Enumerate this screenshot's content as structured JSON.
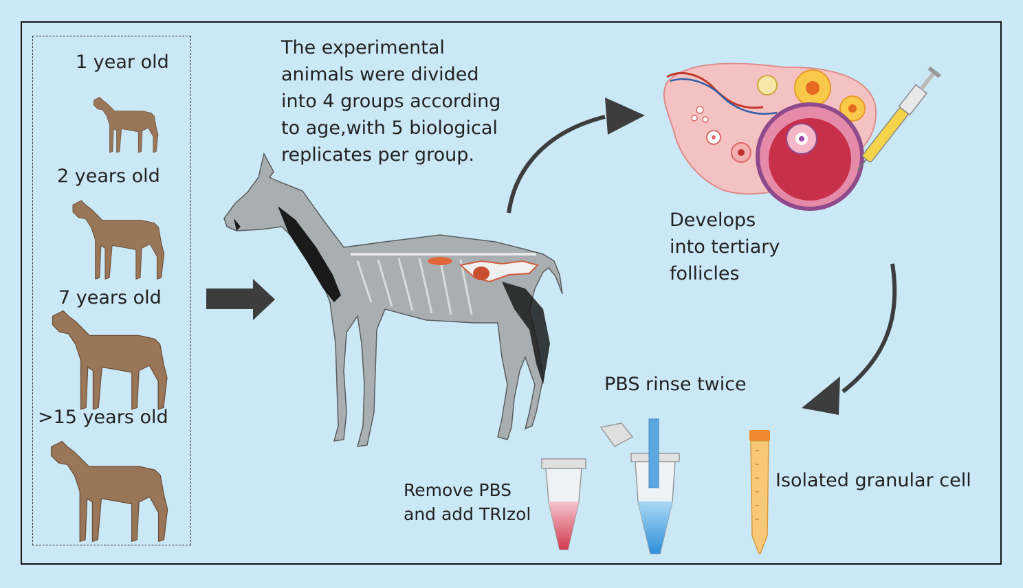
{
  "groups": [
    {
      "label": "1 year old"
    },
    {
      "label": "2 years old"
    },
    {
      "label": "7 years old"
    },
    {
      "label": ">15 years old"
    }
  ],
  "description": {
    "lines": [
      "The experimental",
      "animals were divided",
      "into 4 groups according",
      "to age,with 5 biological",
      "replicates per group."
    ]
  },
  "follicle": {
    "lines": [
      "Develops",
      "into tertiary",
      "follicles"
    ]
  },
  "steps": {
    "rinse": "PBS rinse twice",
    "isolate": "Isolated granular cell",
    "remove_lines": [
      "Remove PBS",
      "and add TRIzol"
    ]
  },
  "colors": {
    "background": "#cbe8f6",
    "horse": "#9a7658",
    "arrow": "#3d3d3d",
    "tube_red": "#d9485a",
    "tube_blue": "#3d9ee0",
    "tube_orange": "#f2a640"
  }
}
